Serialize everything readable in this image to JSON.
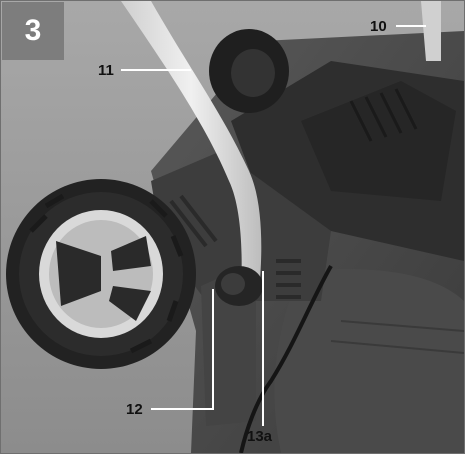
{
  "figure": {
    "step_number": "3",
    "colors": {
      "badge_bg": "#7d7d7d",
      "badge_text": "#ffffff",
      "border": "#6f6f6f",
      "label_text": "#111111"
    },
    "callouts": {
      "label_10": "10",
      "label_11": "11",
      "label_12": "12",
      "label_13a": "13a"
    }
  }
}
